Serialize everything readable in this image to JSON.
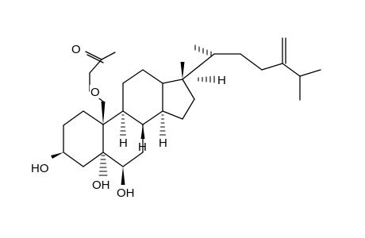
{
  "molecule": {
    "atom_labels": {
      "oxygen_carbonyl": "O",
      "oxygen_ester": "O",
      "hydroxyl_c3": "HO",
      "hydroxyl_c5": "OH",
      "hydroxyl_c6": "OH",
      "hydrogen_c8": "H",
      "hydrogen_c9": "H",
      "hydrogen_c14": "H",
      "hydrogen_c17": "H"
    }
  }
}
